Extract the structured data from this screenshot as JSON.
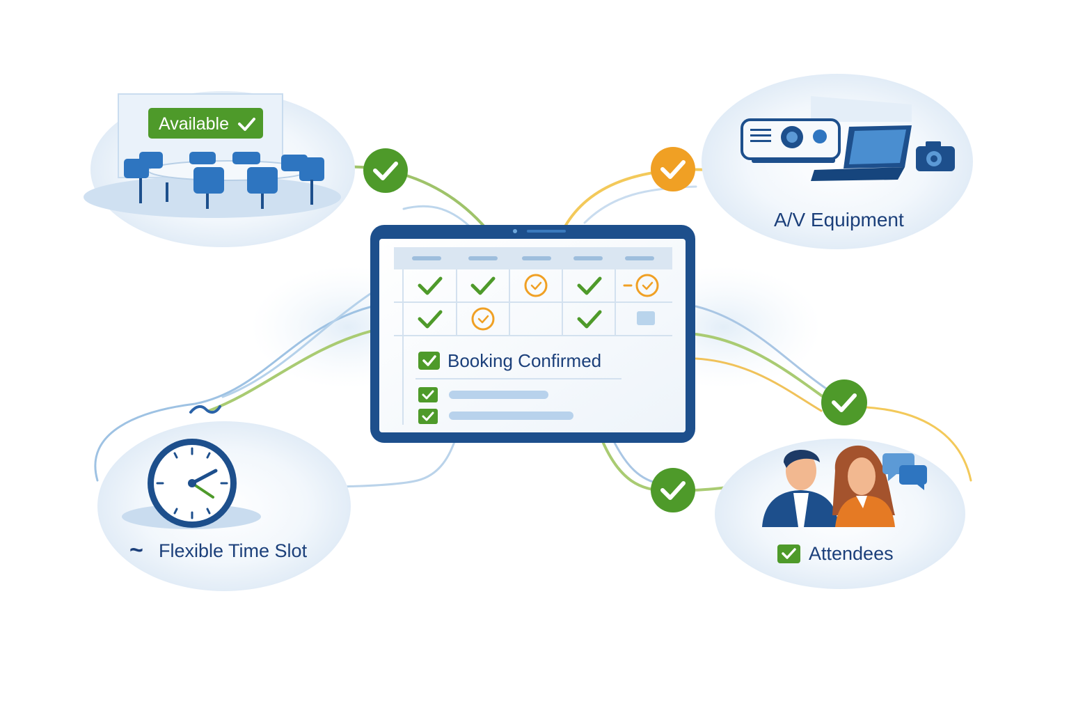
{
  "room": {
    "status_label": "Available"
  },
  "equipment": {
    "label": "A/V Equipment"
  },
  "time": {
    "prefix": "~",
    "label": "Flexible Time Slot"
  },
  "attendees": {
    "label": "Attendees"
  },
  "booking": {
    "status": "Booking Confirmed",
    "grid": [
      [
        "check",
        "check",
        "pending",
        "check",
        "dash-pending"
      ],
      [
        "check",
        "pending",
        "empty",
        "check",
        "placeholder"
      ]
    ]
  },
  "colors": {
    "navy": "#1b4f8c",
    "green": "#4e9a2a",
    "orange": "#f0a024",
    "light_blue": "#b9d4ec"
  }
}
